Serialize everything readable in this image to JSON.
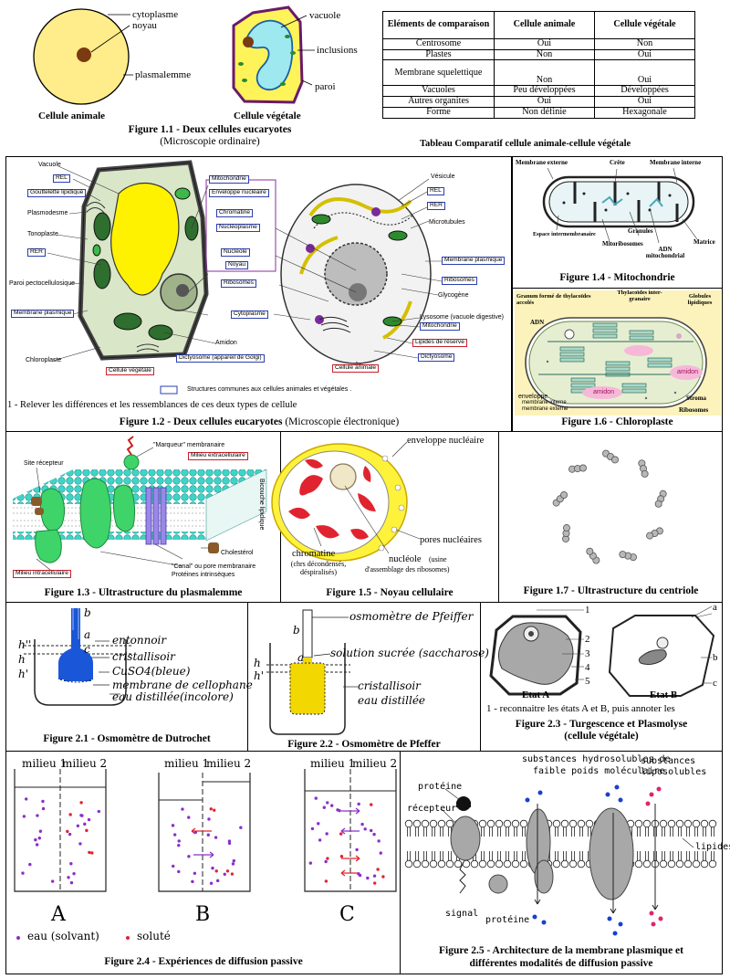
{
  "fig11": {
    "labels": {
      "cytoplasme": "cytoplasme",
      "noyau": "noyau",
      "plasmalemme": "plasmalemme",
      "vacuole": "vacuole",
      "inclusions": "inclusions",
      "paroi": "paroi",
      "animale": "Cellule animale",
      "vegetale": "Cellule végétale"
    },
    "caption_num": "Figure 1.1 -",
    "caption_title": "Deux  cellules eucaryotes",
    "caption_sub": "(Microscopie ordinaire)"
  },
  "table": {
    "headers": [
      "Eléments de comparaison",
      "Cellule animale",
      "Cellule végétale"
    ],
    "rows": [
      [
        "Centrosome",
        "Oui",
        "Non"
      ],
      [
        "Plastes",
        "Non",
        "Oui"
      ],
      [
        "Membrane squelettique",
        "Non",
        "Oui"
      ],
      [
        "Vacuoles",
        "Peu développées",
        "Développées"
      ],
      [
        "Autres organites",
        "Oui",
        "Oui"
      ],
      [
        "Forme",
        "Non définie",
        "Hexagonale"
      ]
    ],
    "caption": "Tableau Comparatif cellule animale-cellule végétale"
  },
  "fig12": {
    "left_labels": [
      "Vacuole",
      "REL",
      "Gouttelette lipidique",
      "Plasmodesme",
      "Tonoplaste",
      "RER",
      "Paroi pectocellulosique",
      "Membrane plasmique",
      "Chloroplaste"
    ],
    "center_labels": [
      "Mitochondrie",
      "Enveloppe nucléaire",
      "Chromatine",
      "Nucléoplasme",
      "Nucléole",
      "Noyau",
      "Ribosomes",
      "Cytoplasme",
      "Amidon",
      "Dictyosome (appareil de Golgi)"
    ],
    "right_labels": [
      "Vésicule",
      "REL",
      "RER",
      "Microtubules",
      "Membrane plasmique",
      "Ribosomes",
      "Glycogène",
      "Lysosome (vacuole digestive)",
      "Mitochondrie",
      "Lipides de réserve",
      "Dictyosome"
    ],
    "cell_vegetale": "Cellule végétale",
    "cell_animale": "Cellule animale",
    "legend": "Structures communes aux cellules animales et végétales .",
    "question": "1 - Relever les différences et les ressemblances de ces deux types de cellule",
    "caption_num": "Figure 1.2 -",
    "caption_title": "Deux  cellules eucaryotes",
    "caption_sub": "(Microscopie électronique)"
  },
  "fig14": {
    "labels": {
      "membrane_externe": "Membrane externe",
      "crete": "Crête",
      "membrane_interne": "Membrane interne",
      "espace": "Espace intermembranaire",
      "mitoribosomes": "Mitoribosomes",
      "granules": "Granules",
      "adn": "ADN mitochondrial",
      "matrice": "Matrice"
    },
    "caption": "Figure 1.4 - Mitochondrie"
  },
  "fig16": {
    "labels": {
      "granum": "Granum formé de thylacoïdes accolés",
      "thylacoides": "Thylacoïdes inter-granaire",
      "globules": "Globules lipidiques",
      "adn": "ADN",
      "amidon1": "amidon",
      "amidon2": "amidon",
      "enveloppe": "enveloppe",
      "membrane_interne": "membrane interne",
      "membrane_externe": "membrane externe",
      "stroma": "Stroma",
      "ribosomes": "Ribosomes"
    },
    "caption_num": "Figure 1.6 -",
    "caption_title": "Chloroplaste"
  },
  "fig13": {
    "labels": {
      "marqueur": "\"Marqueur\" membranaire",
      "milieu_ext": "Milieu extracellulaire",
      "site": "Site récepteur",
      "bicouche": "Bicouche lipidique",
      "cholesterol": "Cholestérol",
      "canal": "\"Canal\" ou pore membranaire",
      "proteines": "Protéines intrinsèques",
      "milieu_int": "Milieu intracellulaire"
    },
    "caption_num": "Figure 1.3 -",
    "caption_title": "Ultrastructure du plasmalemme"
  },
  "fig15": {
    "labels": {
      "enveloppe": "enveloppe nucléaire",
      "pores": "pores nucléaires",
      "chromatine": "chromatine",
      "chromatine_note": "(chrs décondensés, déspiralisés)",
      "nucleole": "nucléole",
      "nucleole_note": "(usine",
      "assemblage": "d'assemblage des ribosomes)"
    },
    "caption_num": "Figure 1.5 -",
    "caption_title": "Noyau cellulaire"
  },
  "fig17": {
    "caption_num": "Figure 1.7 -",
    "caption_title": "Ultrastructure du centriole"
  },
  "fig21": {
    "labels": {
      "b": "b",
      "a": "a",
      "c": "c",
      "h2": "h''",
      "h": "h",
      "h1": "h'",
      "entonnoir": "entonnoir",
      "cristallisoir": "cristallisoir",
      "cuso4": "CuSO4(bleue)",
      "cellophane": "membrane de cellophane",
      "eau": "eau distillée(incolore)"
    },
    "caption_num": "Figure 2.1 -",
    "caption_title": "Osmomètre de Dutrochet"
  },
  "fig22": {
    "labels": {
      "b": "b",
      "a": "a",
      "h": "h",
      "h1": "h'",
      "osmometre": "osmomètre de Pfeiffer",
      "solution": "solution sucrée (saccharose)",
      "cristallisoir": "cristallisoir",
      "eau": "eau distillée"
    },
    "caption_num": "Figure 2.2 -",
    "caption_title": "Osmomètre de Pfeffer"
  },
  "fig23": {
    "labels": {
      "n1": "1",
      "n2": "2",
      "n3": "3",
      "n4": "4",
      "n5": "5",
      "a": "a",
      "b": "b",
      "c": "c",
      "etat_a": "Etat A",
      "etat_b": "Etat B"
    },
    "question": "1 - reconnaitre les états A et B, puis annoter les",
    "caption_num": "Figure 2.3 -",
    "caption_title": "Turgescence et Plasmolyse",
    "caption_sub": "(cellule végétale)"
  },
  "fig24": {
    "milieu1": "milieu 1",
    "milieu2": "milieu 2",
    "letters": [
      "A",
      "B",
      "C"
    ],
    "legend_eau": "eau (solvant)",
    "legend_solute": "soluté",
    "caption_num": "Figure 2.4 -",
    "caption_title": "Expériences de diffusion passive"
  },
  "fig25": {
    "labels": {
      "hydro": "substances hydrosolubles  de",
      "faible": "faible poids moléculaire",
      "lipo1": "substances",
      "lipo2": "liposolubles",
      "proteine": "protéine",
      "recepteur": "récepteur",
      "lipides": "lipides",
      "signal": "signal",
      "proteine2": "protéine"
    },
    "caption1": "Figure 2.5 - Architecture de la membrane plasmique et",
    "caption2": "différentes modalités de diffusion passive"
  },
  "colors": {
    "yellow": "#fff35a",
    "paleYellow": "#ffec8a",
    "green": "#1fa84a",
    "teal": "#39c4a8",
    "blue": "#1a3fd0",
    "purple": "#8a2fc8",
    "red": "#e0242f",
    "cyan": "#8be8e8"
  }
}
